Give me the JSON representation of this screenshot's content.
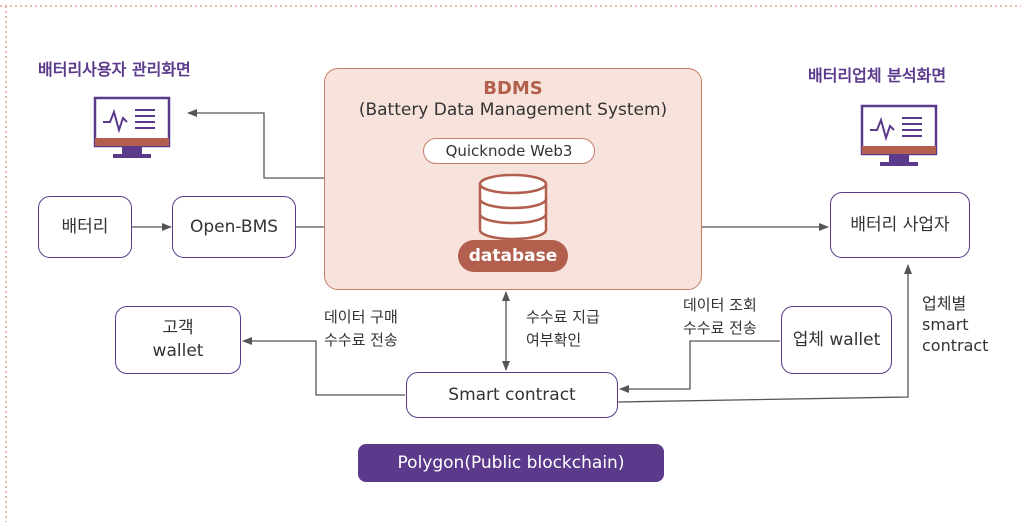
{
  "headings": {
    "left": "배터리사용자 관리화면",
    "right": "배터리업체 분석화면"
  },
  "bdms": {
    "title": "BDMS",
    "subtitle": "(Battery Data Management System)",
    "quicknode": "Quicknode Web3",
    "database": "database"
  },
  "nodes": {
    "battery": "배터리",
    "open_bms": "Open-BMS",
    "battery_company": "배터리 사업자",
    "customer_wallet_line1": "고객",
    "customer_wallet_line2": "wallet",
    "company_wallet": "업체 wallet",
    "smart_contract": "Smart contract"
  },
  "labels": {
    "data_purchase_line1": "데이터 구매",
    "data_purchase_line2": "수수료 전송",
    "fee_payment_line1": "수수료 지급",
    "fee_payment_line2": "여부확인",
    "data_query_line1": "데이터 조회",
    "data_query_line2": "수수료 전송",
    "per_company_line1": "업체별",
    "per_company_line2": "smart",
    "per_company_line3": "contract"
  },
  "footer": {
    "polygon": "Polygon(Public blockchain)"
  },
  "icons": [
    "monitor-icon",
    "database-icon"
  ],
  "colors": {
    "purple": "#5b3a8c",
    "salmon": "#b2604d",
    "bdms_fill": "#f7e3dc",
    "border_dotted": "#e0a48c",
    "arrow": "#555555"
  }
}
